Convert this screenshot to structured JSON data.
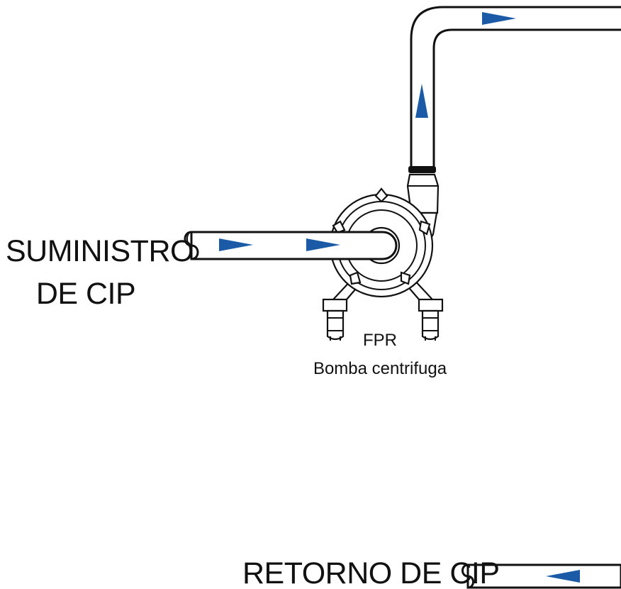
{
  "labels": {
    "supply_line1": "SUMINISTRO",
    "supply_line2": "DE CIP",
    "pump_code": "FPR",
    "pump_name": "Bomba centrifuga",
    "return": "RETORNO DE CIP"
  },
  "colors": {
    "flow_arrow": "#1a5aa6",
    "line": "#111111",
    "pipe_fill": "#ffffff"
  },
  "icons": {
    "flow": "triangle-arrow",
    "pipe_break": "s-break-symbol"
  }
}
